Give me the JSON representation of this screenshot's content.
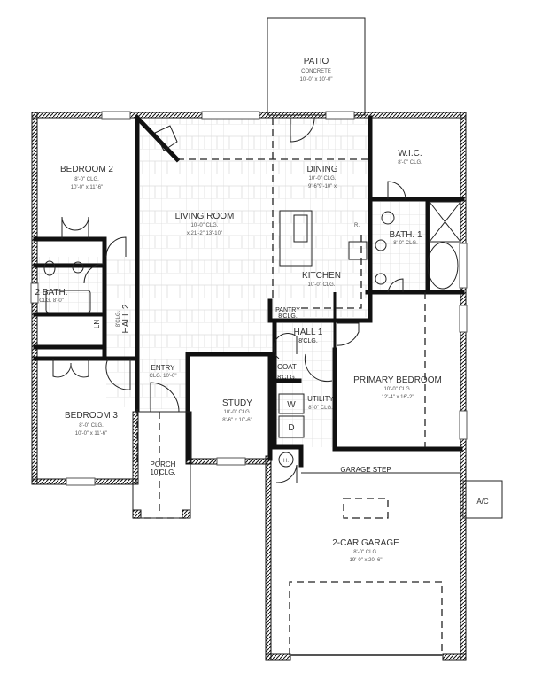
{
  "rooms": {
    "patio": {
      "name": "PATIO",
      "material": "CONCRETE",
      "size": "10'-0\" x 10'-0\""
    },
    "bedroom2": {
      "name": "BEDROOM 2",
      "ceiling": "8'-0\" CLG.",
      "size": "10'-0\" x 11'-6\""
    },
    "living": {
      "name": "LIVING ROOM",
      "ceiling": "10'-0\" CLG.",
      "size": "x 21'-2\" 13'-10\""
    },
    "dining": {
      "name": "DINING",
      "ceiling": "10'-0\" CLG.",
      "size": "9'-6\"9'-10\" x"
    },
    "wic": {
      "name": "W.I.C.",
      "ceiling": "8'-0\" CLG."
    },
    "bath1": {
      "name": "BATH. 1",
      "ceiling": "8'-0\" CLG."
    },
    "kitchen": {
      "name": "KITCHEN",
      "ceiling": "10'-0\" CLG."
    },
    "pantry": {
      "name": "PANTRY",
      "ceiling": "8'CLG."
    },
    "bath2": {
      "name": "2 BATH.",
      "ceiling": "CLG. 8'-0\""
    },
    "linen": {
      "name": "LN"
    },
    "hall2": {
      "name": "HALL 2",
      "ceiling": "8'CLG."
    },
    "entry": {
      "name": "ENTRY",
      "ceiling": "CLG. 10'-0\""
    },
    "hall1": {
      "name": "HALL 1",
      "ceiling": "8'CLG."
    },
    "coat": {
      "name": "COAT",
      "ceiling": "8'CLG."
    },
    "utility": {
      "name": "UTILITY",
      "ceiling": "8'-0\" CLG.",
      "washer": "W",
      "dryer": "D"
    },
    "primary": {
      "name": "PRIMARY BEDROOM",
      "ceiling": "10'-0\" CLG.",
      "size": "12'-4\" x 16'-2\""
    },
    "bedroom3": {
      "name": "BEDROOM 3",
      "ceiling": "8'-0\" CLG.",
      "size": "10'-0\" x 11'-6\""
    },
    "study": {
      "name": "STUDY",
      "ceiling": "10'-0\" CLG.",
      "size": "8'-6\" x 10'-6\""
    },
    "porch": {
      "name": "PORCH",
      "ceiling": "10'CLG."
    },
    "water_heater": {
      "name": "H."
    },
    "garage_step": {
      "name": "GARAGE STEP"
    },
    "garage": {
      "name": "2-CAR GARAGE",
      "ceiling": "8'-0\" CLG.",
      "size": "19'-0\" x 20'-6\""
    },
    "ac": {
      "name": "A/C"
    },
    "fridge": {
      "name": "R."
    }
  }
}
